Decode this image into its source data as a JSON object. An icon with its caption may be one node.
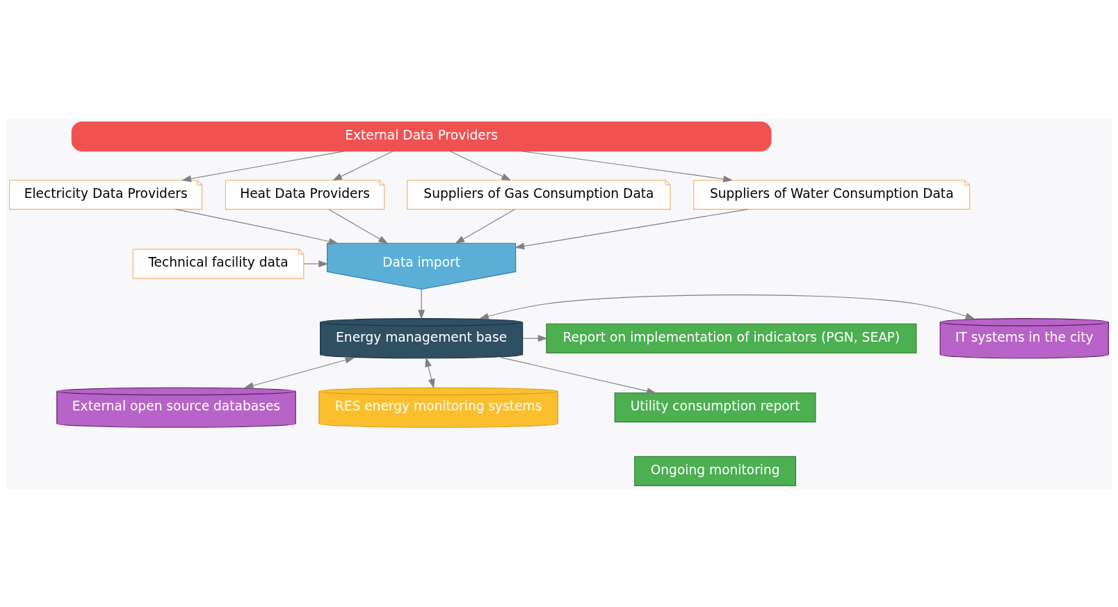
{
  "diagram": {
    "nodes": [
      {
        "text": [
          "External Data Providers"
        ]
      },
      {
        "text": [
          "Electricity Data Providers"
        ]
      },
      {
        "text": [
          "Heat Data Providers"
        ]
      },
      {
        "text": [
          "Suppliers of Gas Consumption Data"
        ]
      },
      {
        "text": [
          "Suppliers of Water Consumption Data"
        ]
      },
      {
        "text": [
          "Data import"
        ]
      },
      {
        "text": [
          "Technical facility data"
        ]
      },
      {
        "text": [
          "IT systems in the city"
        ]
      },
      {
        "text": [
          "External open source databases"
        ]
      },
      {
        "text": [
          "Energy management base"
        ]
      },
      {
        "text": [
          "RES energy monitoring systems"
        ]
      },
      {
        "text": [
          "Report on implementation of indicators (PGN, SEAP)"
        ]
      },
      {
        "text": [
          "Utility consumption report"
        ]
      },
      {
        "text": [
          "Ongoing monitoring"
        ]
      }
    ],
    "edges": [
      {
        "from": 0,
        "to": 1,
        "arrow": "to"
      },
      {
        "from": 0,
        "to": 2,
        "arrow": "to"
      },
      {
        "from": 0,
        "to": 3,
        "arrow": "to"
      },
      {
        "from": 0,
        "to": 4,
        "arrow": "to"
      },
      {
        "from": 1,
        "to": 5,
        "arrow": "to"
      },
      {
        "from": 2,
        "to": 5,
        "arrow": "to"
      },
      {
        "from": 3,
        "to": 5,
        "arrow": "to"
      },
      {
        "from": 4,
        "to": 5,
        "arrow": "to"
      },
      {
        "from": 6,
        "to": 5,
        "arrow": "to"
      },
      {
        "from": 5,
        "to": 9,
        "arrow": "to"
      },
      {
        "from": 9,
        "to": 7,
        "arrow": "both"
      },
      {
        "from": 9,
        "to": 8,
        "arrow": "both"
      },
      {
        "from": 9,
        "to": 10,
        "arrow": "both"
      },
      {
        "from": 9,
        "to": 11,
        "arrow": "to"
      },
      {
        "from": 9,
        "to": 12,
        "arrow": "to"
      }
    ]
  }
}
